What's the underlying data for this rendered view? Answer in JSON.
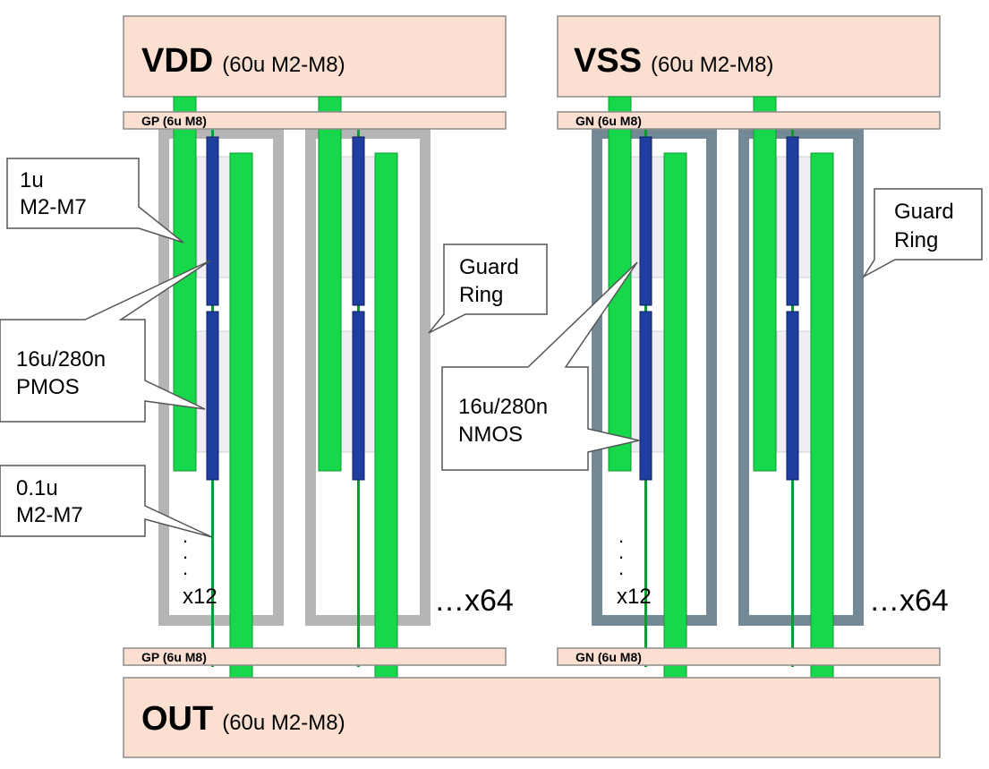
{
  "colors": {
    "rail_fill": "#fbe0d2",
    "rail_stroke": "#8c8c8c",
    "metal_green": "#16d84a",
    "metal_green_stroke": "#0c9a33",
    "gate_blue": "#1e3fa0",
    "gate_stroke": "#0d1f66",
    "pmos_ring": "#b5b5b5",
    "nmos_ring": "#738a96",
    "ring_stroke": "#555555",
    "active_area": "#eeeef4",
    "callout_fill": "#ffffff",
    "callout_stroke": "#555555"
  },
  "rails": {
    "vdd": {
      "name": "VDD",
      "spec": "(60u M2-M8)"
    },
    "vss": {
      "name": "VSS",
      "spec": "(60u M2-M8)"
    },
    "out": {
      "name": "OUT",
      "spec": "(60u M2-M8)"
    }
  },
  "straps": {
    "gp_top": "GP (6u M8)",
    "gn_top": "GN (6u M8)",
    "gp_bottom": "GP (6u M8)",
    "gn_bottom": "GN (6u M8)"
  },
  "callouts": {
    "wire_1u": [
      "1u",
      "M2-M7"
    ],
    "pmos": [
      "16u/280n",
      "PMOS"
    ],
    "wire_0p1u": [
      "0.1u",
      "M2-M7"
    ],
    "guard_ring_p": [
      "Guard",
      "Ring"
    ],
    "nmos": [
      "16u/280n",
      "NMOS"
    ],
    "guard_ring_n": [
      "Guard",
      "Ring"
    ]
  },
  "annotations": {
    "pmos_count": "x12",
    "nmos_count": "x12",
    "pmos_array": "…x64",
    "nmos_array": "…x64",
    "dots": [
      ".",
      ".",
      "."
    ]
  }
}
